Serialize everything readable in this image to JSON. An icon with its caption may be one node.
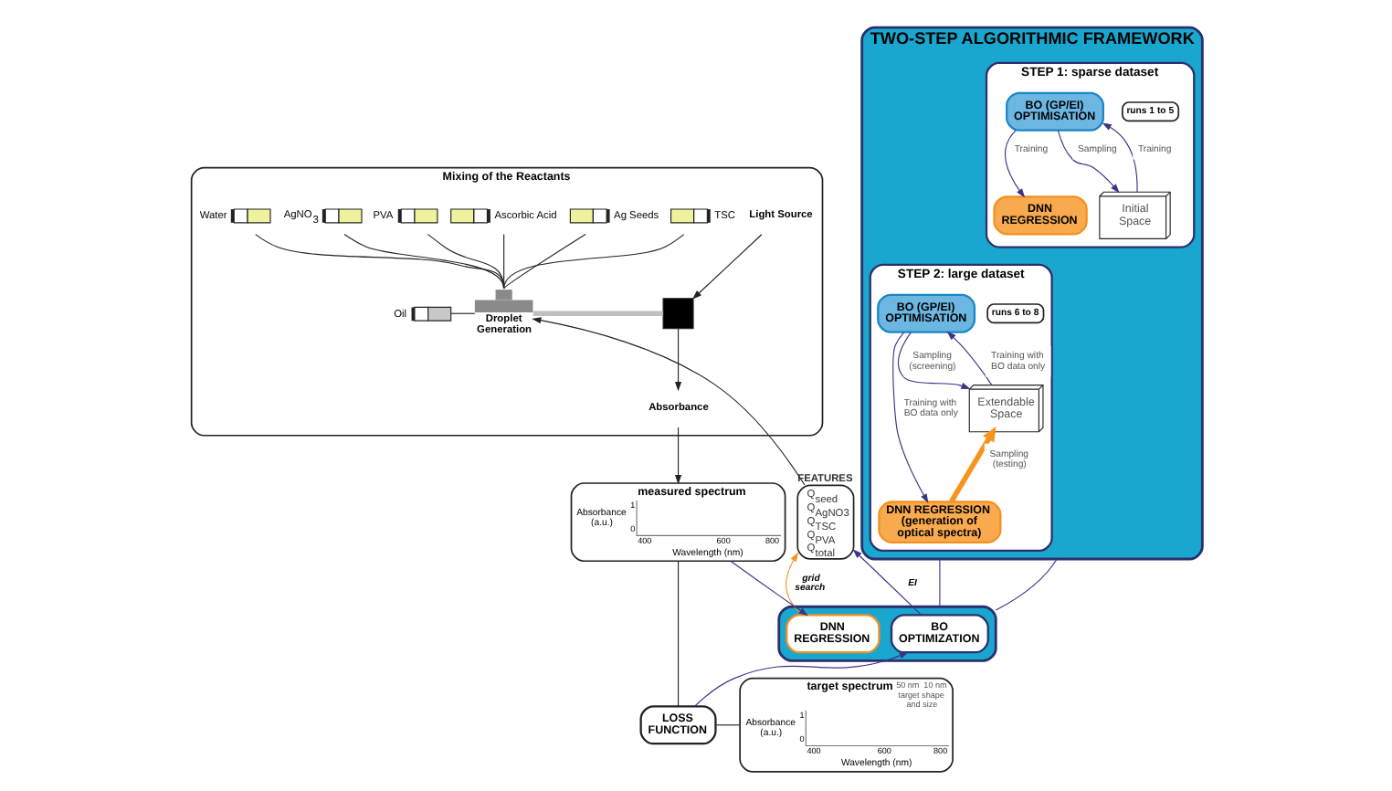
{
  "diagram": {
    "nodes": [
      {
        "text": [
          "TWO-STEP ALGORITHMIC FRAMEWORK"
        ]
      },
      {
        "text": [
          "STEP 1: sparse dataset"
        ],
        "in": 0
      },
      {
        "text": [
          "runs 1 to 5"
        ],
        "in": 1
      },
      {
        "text": [
          "Initial Space"
        ],
        "in": 1
      },
      {
        "text": [
          "BO (GP/EI) OPTIMISATION"
        ],
        "in": 1
      },
      {
        "text": [
          "DNN REGRESSION"
        ],
        "in": 1
      },
      {
        "text": [
          "STEP 2: large dataset"
        ],
        "in": 0
      },
      {
        "text": [
          "runs 6 to 8"
        ],
        "in": 6
      },
      {
        "text": [
          "Extendable Space"
        ],
        "in": 6
      },
      {
        "text": [
          "BO (GP/EI) OPTIMISATION"
        ],
        "in": 6
      },
      {
        "text": [
          "DNN REGRESSION (generation of optical spectra)"
        ],
        "in": 6
      },
      {
        "text": [
          "Mixing of the Reactants"
        ]
      },
      {
        "text": [
          "Water"
        ],
        "in": 11
      },
      {
        "text": [
          "AgNO$_{3}$"
        ],
        "in": 11
      },
      {
        "text": [
          "PVA"
        ],
        "in": 11
      },
      {
        "text": [
          "Ascorbic Acid"
        ],
        "in": 11
      },
      {
        "text": [
          "Ag Seeds"
        ],
        "in": 11
      },
      {
        "text": [
          "TSC"
        ],
        "in": 11
      },
      {
        "text": [
          "Oil"
        ],
        "in": 11
      },
      {
        "text": [
          "Droplet Generation"
        ],
        "in": 11
      },
      {
        "text": [],
        "shape": "box",
        "in": 11
      },
      {
        "text": [
          "Light Source"
        ],
        "in": 11
      },
      {
        "text": [
          "Absorbance"
        ],
        "in": 11
      },
      {
        "text": [
          "Q$_{seed}$",
          "Q$_{AgNO3}$",
          "Q$_{TSC}$",
          "Q$_{PVA}$",
          "Q$_{total}$"
        ],
        "beside": [
          "FEATURES"
        ]
      },
      {
        "text": [
          "measured spectrum",
          "Absorbance (a.u.)",
          "1",
          "0",
          "400",
          "600",
          "800",
          "Wavelength (nm)"
        ]
      },
      {
        "text": [
          "target spectrum",
          "50 nm",
          "10 nm",
          "target shape and size",
          "Absorbance (a.u.)",
          "1",
          "0",
          "400",
          "600",
          "800",
          "Wavelength (nm)"
        ]
      },
      {
        "text": [],
        "shape": "box"
      },
      {
        "text": [
          "BO OPTIMIZATION"
        ],
        "in": 26
      },
      {
        "text": [
          "DNN REGRESSION"
        ],
        "in": 26
      },
      {
        "text": [
          "LOSS FUNCTION"
        ]
      }
    ],
    "edges": [
      {
        "from": 4,
        "to": 3,
        "arrow": "to",
        "label": "Sampling",
        "color": "#3b3486"
      },
      {
        "from": 3,
        "to": 4,
        "arrow": "to",
        "label": "Training",
        "color": "#3b3486"
      },
      {
        "from": 4,
        "to": 5,
        "arrow": "to",
        "label": "Training",
        "color": "#3b3486"
      },
      {
        "from": 9,
        "to": 8,
        "arrow": "to",
        "label": "Sampling (screening)",
        "color": "#3b3486"
      },
      {
        "from": 8,
        "to": 9,
        "arrow": "to",
        "label": "Training with BO data only",
        "color": "#3b3486"
      },
      {
        "from": 9,
        "to": 10,
        "arrow": "to",
        "label": "Training with BO data only",
        "color": "#3b3486"
      },
      {
        "from": 10,
        "to": 8,
        "arrow": "to",
        "label": "Sampling (testing)",
        "style": "thick",
        "color": "#f7941d"
      },
      {
        "from": 12,
        "to": 19,
        "arrow": "none"
      },
      {
        "from": 13,
        "to": 19,
        "arrow": "none"
      },
      {
        "from": 14,
        "to": 19,
        "arrow": "none"
      },
      {
        "from": 15,
        "to": 19,
        "arrow": "none"
      },
      {
        "from": 16,
        "to": 19,
        "arrow": "none"
      },
      {
        "from": 17,
        "to": 19,
        "arrow": "none"
      },
      {
        "from": 18,
        "to": 19,
        "arrow": "none"
      },
      {
        "from": 19,
        "to": 20,
        "arrow": "none",
        "style": "thick",
        "color": "#c0c0c0"
      },
      {
        "from": 21,
        "to": 20,
        "arrow": "to"
      },
      {
        "from": 20,
        "to": 22,
        "arrow": "to"
      },
      {
        "from": 22,
        "to": 24,
        "arrow": "to"
      },
      {
        "from": 23,
        "to": 19,
        "arrow": "to"
      },
      {
        "from": 27,
        "to": 23,
        "arrow": "to",
        "label": "EI",
        "color": "#3b3486"
      },
      {
        "from": 28,
        "to": 23,
        "arrow": "to",
        "label": "grid search",
        "color": "#f7941d"
      },
      {
        "from": 24,
        "to": 28,
        "arrow": "to",
        "color": "#3b3486"
      },
      {
        "from": 29,
        "to": 27,
        "arrow": "to",
        "color": "#3b3486"
      },
      {
        "from": 24,
        "to": 29,
        "arrow": "none"
      },
      {
        "from": 29,
        "to": 25,
        "arrow": "none"
      },
      {
        "from": 0,
        "to": 26,
        "arrow": "none",
        "color": "#3b3486"
      },
      {
        "from": 0,
        "to": 26,
        "arrow": "none",
        "color": "#3b3486"
      }
    ]
  }
}
